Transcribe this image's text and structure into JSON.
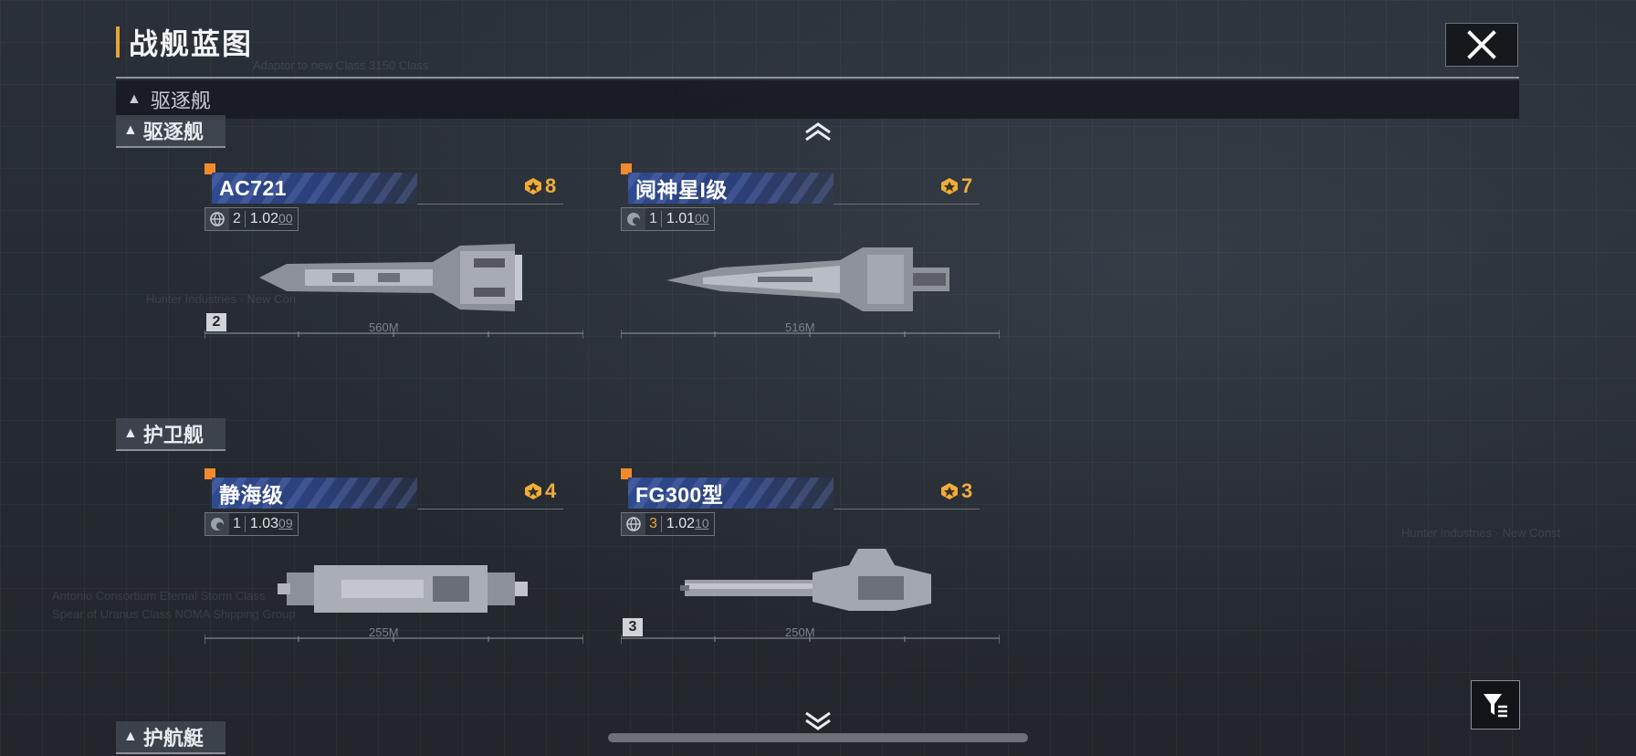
{
  "header": {
    "title": "战舰蓝图",
    "sticky_section": "驱逐舰"
  },
  "sections": [
    {
      "label": "驱逐舰",
      "ships": [
        {
          "name": "AC721",
          "rank": "8",
          "count": "2",
          "version": "1.02",
          "version_sub": "00",
          "length": "560M",
          "tier": "2",
          "count_gold": false
        },
        {
          "name": "阋神星I级",
          "rank": "7",
          "count": "1",
          "version": "1.01",
          "version_sub": "00",
          "length": "516M",
          "tier": "",
          "count_gold": false
        }
      ]
    },
    {
      "label": "护卫舰",
      "ships": [
        {
          "name": "静海级",
          "rank": "4",
          "count": "1",
          "version": "1.03",
          "version_sub": "09",
          "length": "255M",
          "tier": "",
          "count_gold": false
        },
        {
          "name": "FG300型",
          "rank": "3",
          "count": "3",
          "version": "1.02",
          "version_sub": "10",
          "length": "250M",
          "tier": "3",
          "count_gold": true
        }
      ]
    },
    {
      "label": "护航艇",
      "ships": []
    }
  ],
  "icons": {
    "close": "close-icon",
    "filter": "filter-icon",
    "rank": "rank-emblem-icon",
    "scroll_up": "chevron-up-icon",
    "scroll_down": "chevron-down-icon"
  },
  "colors": {
    "accent_orange": "#f08a2c",
    "rank_gold": "#f1ad3a",
    "name_plate_blue": "#2f4a8f"
  }
}
